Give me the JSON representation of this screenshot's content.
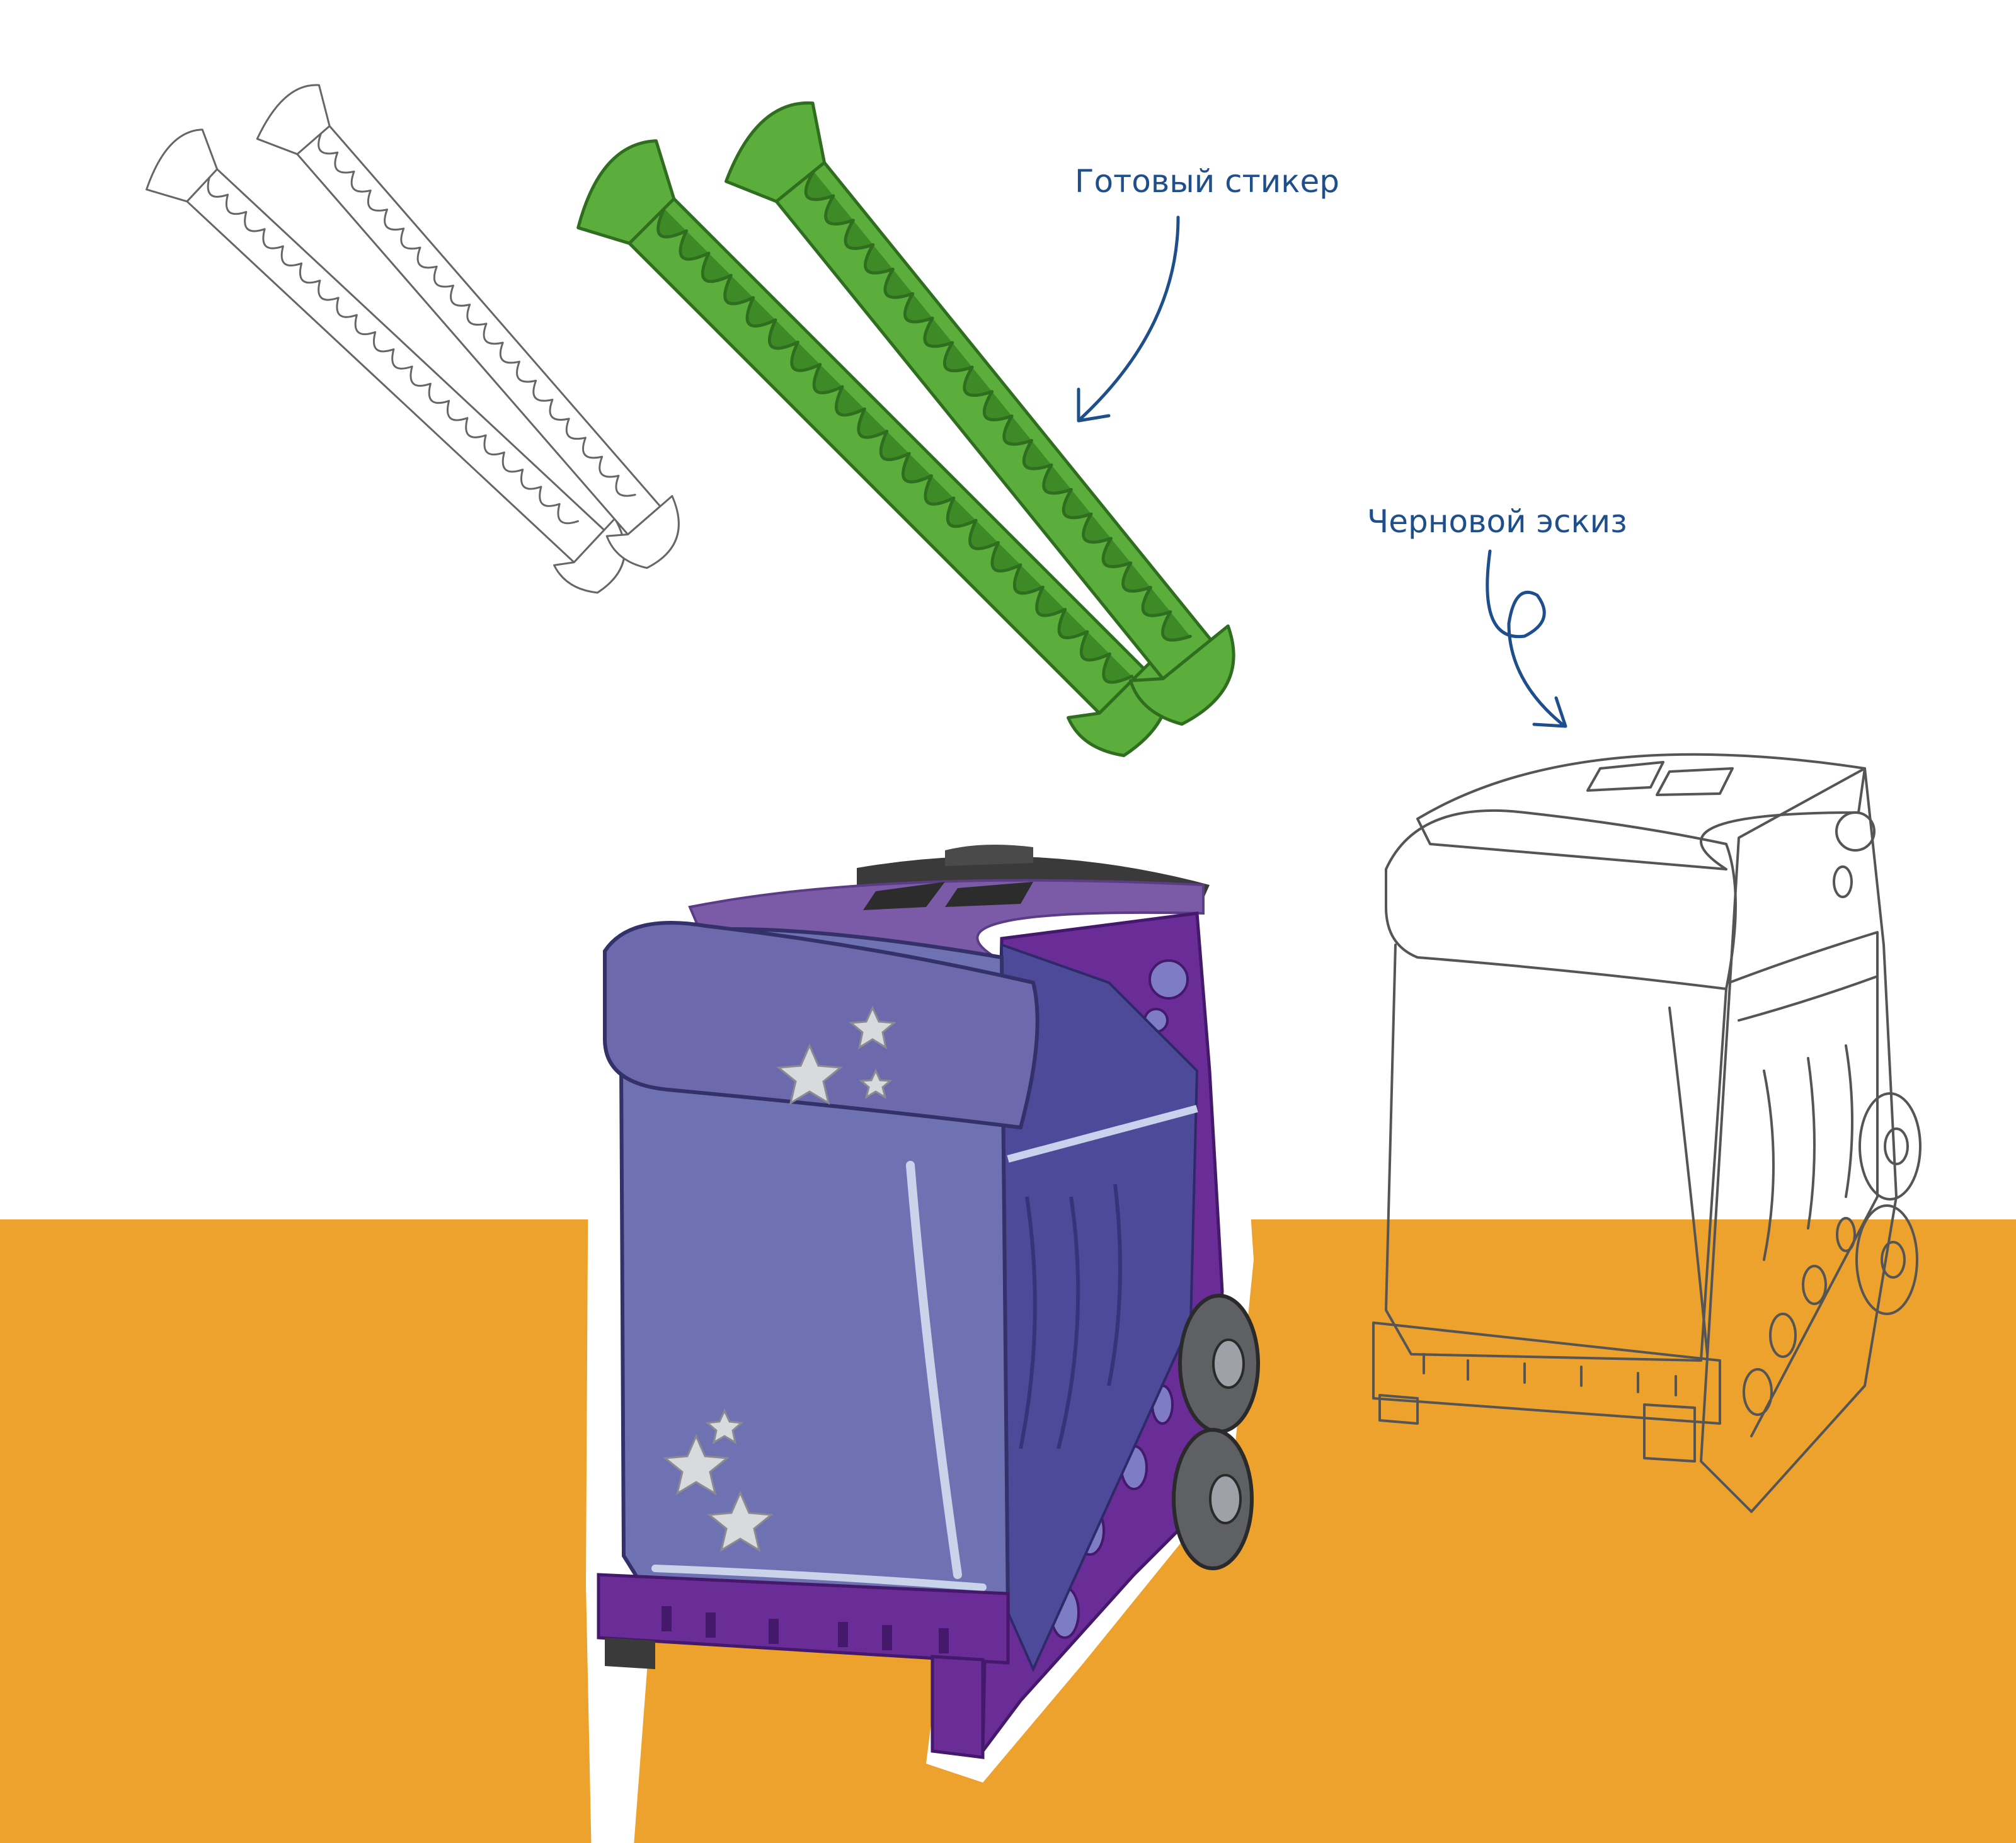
{
  "labels": {
    "finished_sticker": "Готовый стикер",
    "rough_sketch": "Черновой эскиз"
  },
  "colors": {
    "floor": "#ECA22C",
    "label_text": "#1E4E8C",
    "sticker_green": "#5BAE3C",
    "bag_purple": "#6F5AA6",
    "frame_purple": "#6A2C96",
    "sketch_line": "#555555",
    "wheel_gray": "#5E6064"
  },
  "icons": {
    "sketch_guards": "skate-guards-pencil-sketch",
    "sticker_guards": "skate-guards-green-sticker",
    "sticker_bag": "rolling-skate-bag-purple-sticker",
    "sketch_bag": "rolling-skate-bag-pencil-sketch"
  }
}
